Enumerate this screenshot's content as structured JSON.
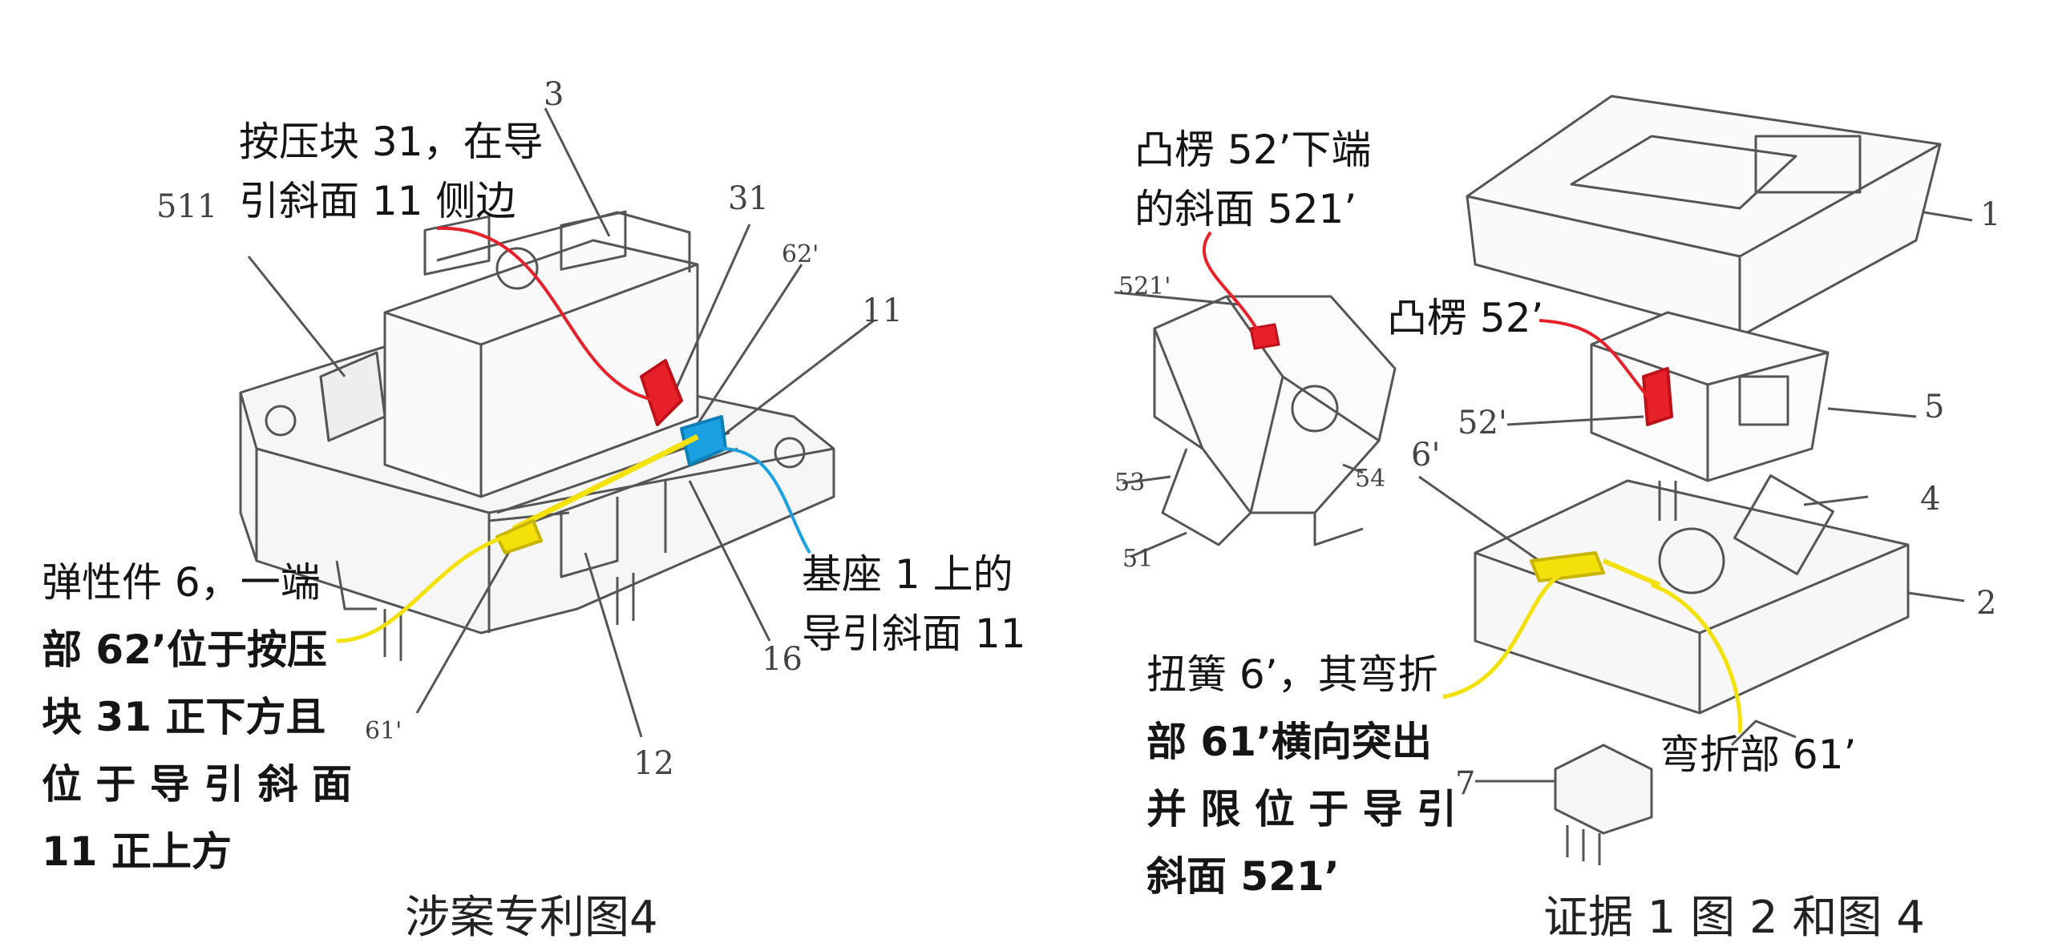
{
  "left_figure": {
    "caption": "涉案专利图4",
    "notes": {
      "press_block": [
        "按压块 31，在导",
        "引斜面 11 侧边"
      ],
      "base_slope": [
        "基座 1 上的",
        "导引斜面 11"
      ],
      "spring": [
        "弹性件 6，一端",
        "部  62’位于按压",
        "块  31  正下方且",
        "位 于 导 引 斜 面",
        "11 正上方"
      ]
    },
    "refs": {
      "r3": "3",
      "r511": "511",
      "r31": "31",
      "r62": "62'",
      "r11": "11",
      "r16": "16",
      "r12": "12",
      "r61": "61'"
    }
  },
  "right_figure": {
    "caption": "证据 1 图 2 和图 4",
    "notes": {
      "boss_slope": [
        "凸楞  52’下端",
        "的斜面 521’"
      ],
      "boss": "凸楞 52’",
      "torsion_spring": [
        "扭簧 6’，其弯折",
        "部  61’横向突出",
        "并 限 位 于 导 引",
        "斜面 521’"
      ],
      "bend": "弯折部 61’"
    },
    "refs": {
      "r521": "521'",
      "r53": "53",
      "r54": "54",
      "r51": "51",
      "r52": "52'",
      "r6": "6'",
      "r1": "1",
      "r5": "5",
      "r4": "4",
      "r2": "2",
      "r7": "7"
    }
  },
  "colors": {
    "red": "#e8202a",
    "blue": "#1ba1e2",
    "yellow": "#f4e10a",
    "line": "#555555"
  }
}
